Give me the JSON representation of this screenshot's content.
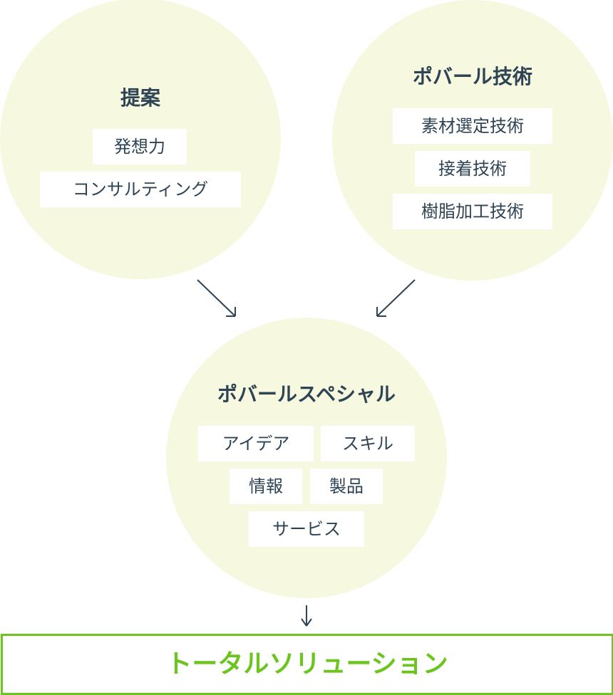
{
  "proposal": {
    "title": "提案",
    "items": [
      "発想力",
      "コンサルティング"
    ]
  },
  "technology": {
    "title": "ポバール技術",
    "items": [
      "素材選定技術",
      "接着技術",
      "樹脂加工技術"
    ]
  },
  "special": {
    "title": "ポバールスペシャル",
    "items": [
      "アイデア",
      "スキル",
      "情報",
      "製品",
      "サービス"
    ]
  },
  "result": {
    "label": "トータルソリューション"
  },
  "colors": {
    "circle": "#f6f9df",
    "text": "#2e4455",
    "accent": "#6cc51e"
  }
}
